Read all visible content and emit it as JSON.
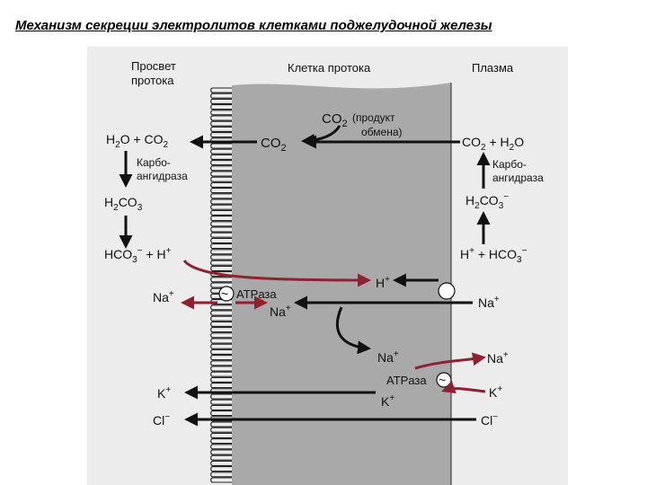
{
  "title": "Механизм секреции электролитов клетками поджелудочной железы",
  "colors": {
    "panel": "#ececec",
    "cell": "#a9a9a9",
    "arrow": "#111111",
    "red": "#8e2233"
  },
  "labels": {
    "lumen": [
      "Просвет",
      "протока"
    ],
    "cell": "Клетка протока",
    "plasma": "Плазма",
    "co2_product": "CO",
    "co2_product_sub": "2",
    "co2_product_note": [
      "(продукт",
      "обмена)"
    ],
    "lumen_co2": "CO",
    "lumen_co2_sub": "2",
    "h2o_co2_left": [
      "H",
      "2",
      "O + CO",
      "2"
    ],
    "carbo_left": [
      "Карбо-",
      "ангидраза"
    ],
    "h2co3_left": [
      "H",
      "2",
      "CO",
      "3"
    ],
    "hco3_h_left": [
      "HCO",
      "3",
      "−",
      " + H",
      "+"
    ],
    "na_left": [
      "Na",
      "+"
    ],
    "atpase_left": "ATPаза",
    "tilde": "~",
    "na_cell": [
      "Na",
      "+"
    ],
    "h_cell": [
      "H",
      "+"
    ],
    "co2_h2o_right": [
      "CO",
      "2",
      " + H",
      "2",
      "O"
    ],
    "carbo_right": [
      "Карбо-",
      "ангидраза"
    ],
    "h2co3_right": [
      "H",
      "2",
      "CO",
      "3",
      "−"
    ],
    "h_hco3_right": [
      "H",
      "+",
      " + HCO",
      "3",
      "−"
    ],
    "na_right": [
      "Na",
      "+"
    ],
    "na_cell_low": [
      "Na",
      "+"
    ],
    "na_plasma_low": [
      "Na",
      "+"
    ],
    "atpase_right": "ATPаза",
    "k_cell": [
      "K",
      "+"
    ],
    "k_plasma": [
      "K",
      "+"
    ],
    "k_left": [
      "K",
      "+"
    ],
    "cl_left": [
      "Cl",
      "−"
    ],
    "cl_plasma": [
      "Cl",
      "−"
    ]
  }
}
